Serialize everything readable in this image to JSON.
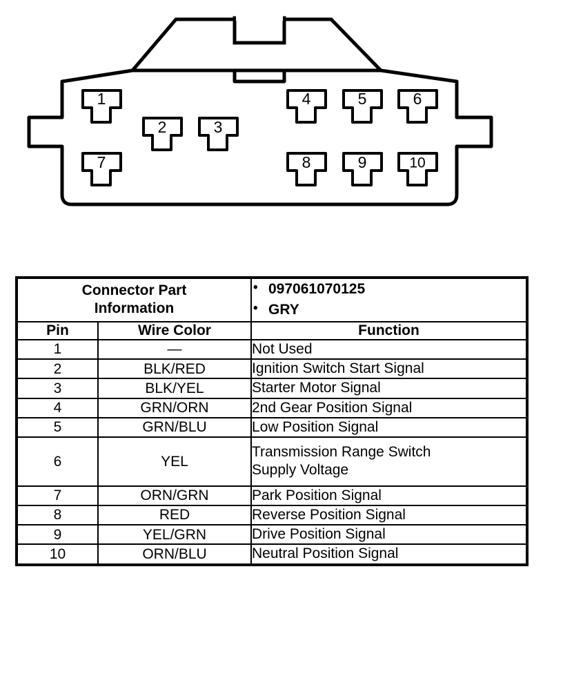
{
  "connector": {
    "title": "10-cavity connector face view",
    "cavities": [
      {
        "id": "1",
        "label": "1"
      },
      {
        "id": "2",
        "label": "2"
      },
      {
        "id": "3",
        "label": "3"
      },
      {
        "id": "4",
        "label": "4"
      },
      {
        "id": "5",
        "label": "5"
      },
      {
        "id": "6",
        "label": "6"
      },
      {
        "id": "7",
        "label": "7"
      },
      {
        "id": "8",
        "label": "8"
      },
      {
        "id": "9",
        "label": "9"
      },
      {
        "id": "10",
        "label": "10"
      }
    ],
    "line_color": "#000000",
    "fill_color": "#ffffff"
  },
  "table": {
    "part_info_label": "Connector Part\nInformation",
    "part_info_label_line1": "Connector Part",
    "part_info_label_line2": "Information",
    "part_info_values": [
      "097061070125",
      "GRY"
    ],
    "columns": {
      "pin": "Pin",
      "wire_color": "Wire Color",
      "function": "Function"
    },
    "rows": [
      {
        "pin": "1",
        "wire_color": "—",
        "function": "Not Used"
      },
      {
        "pin": "2",
        "wire_color": "BLK/RED",
        "function": "Ignition Switch Start Signal"
      },
      {
        "pin": "3",
        "wire_color": "BLK/YEL",
        "function": "Starter Motor Signal"
      },
      {
        "pin": "4",
        "wire_color": "GRN/ORN",
        "function": "2nd Gear Position Signal"
      },
      {
        "pin": "5",
        "wire_color": "GRN/BLU",
        "function": "Low Position Signal"
      },
      {
        "pin": "6",
        "wire_color": "YEL",
        "function": "Transmission Range Switch Supply Voltage",
        "function_line1": "Transmission Range Switch",
        "function_line2": "Supply Voltage",
        "tall": true
      },
      {
        "pin": "7",
        "wire_color": "ORN/GRN",
        "function": "Park Position Signal"
      },
      {
        "pin": "8",
        "wire_color": "RED",
        "function": "Reverse Position Signal"
      },
      {
        "pin": "9",
        "wire_color": "YEL/GRN",
        "function": "Drive Position Signal"
      },
      {
        "pin": "10",
        "wire_color": "ORN/BLU",
        "function": "Neutral Position Signal"
      }
    ]
  }
}
